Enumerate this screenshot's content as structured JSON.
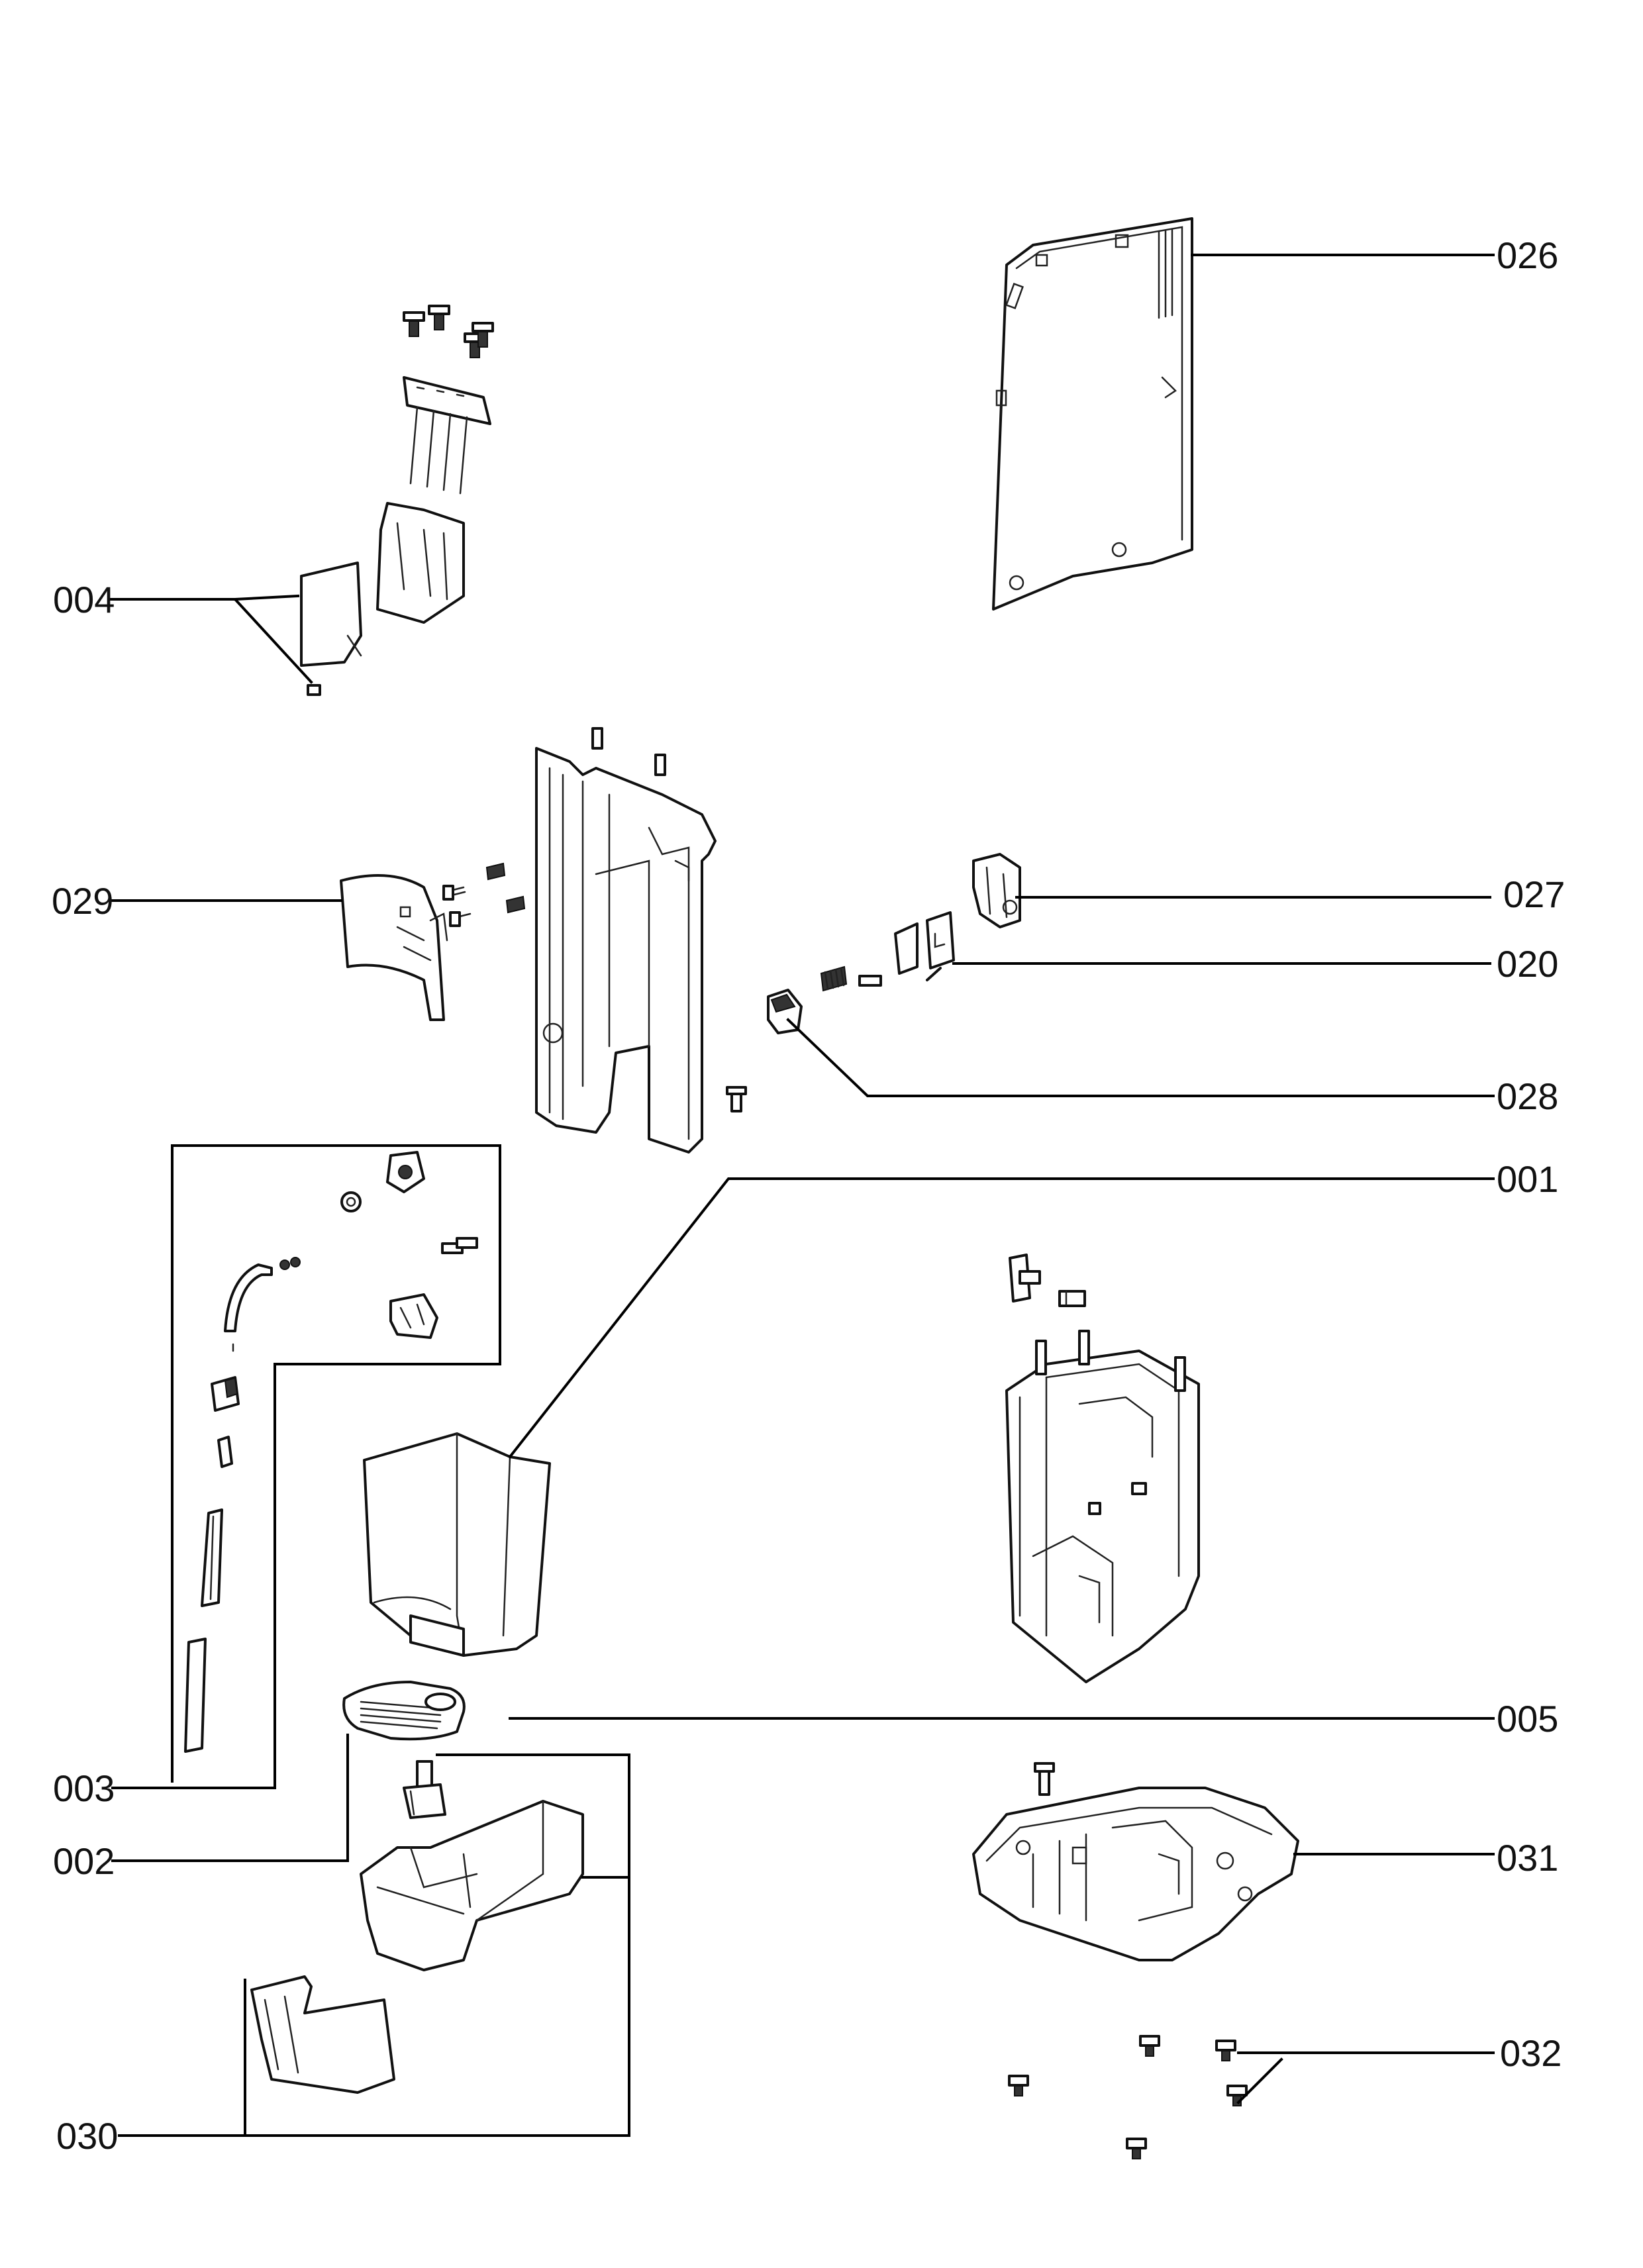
{
  "callouts": {
    "c026": "026",
    "c004": "004",
    "c029": "029",
    "c027": "027",
    "c020": "020",
    "c028": "028",
    "c001": "001",
    "c005": "005",
    "c003": "003",
    "c002": "002",
    "c031": "031",
    "c032": "032",
    "c030": "030"
  },
  "colors": {
    "line": "#111111",
    "background": "#ffffff"
  }
}
